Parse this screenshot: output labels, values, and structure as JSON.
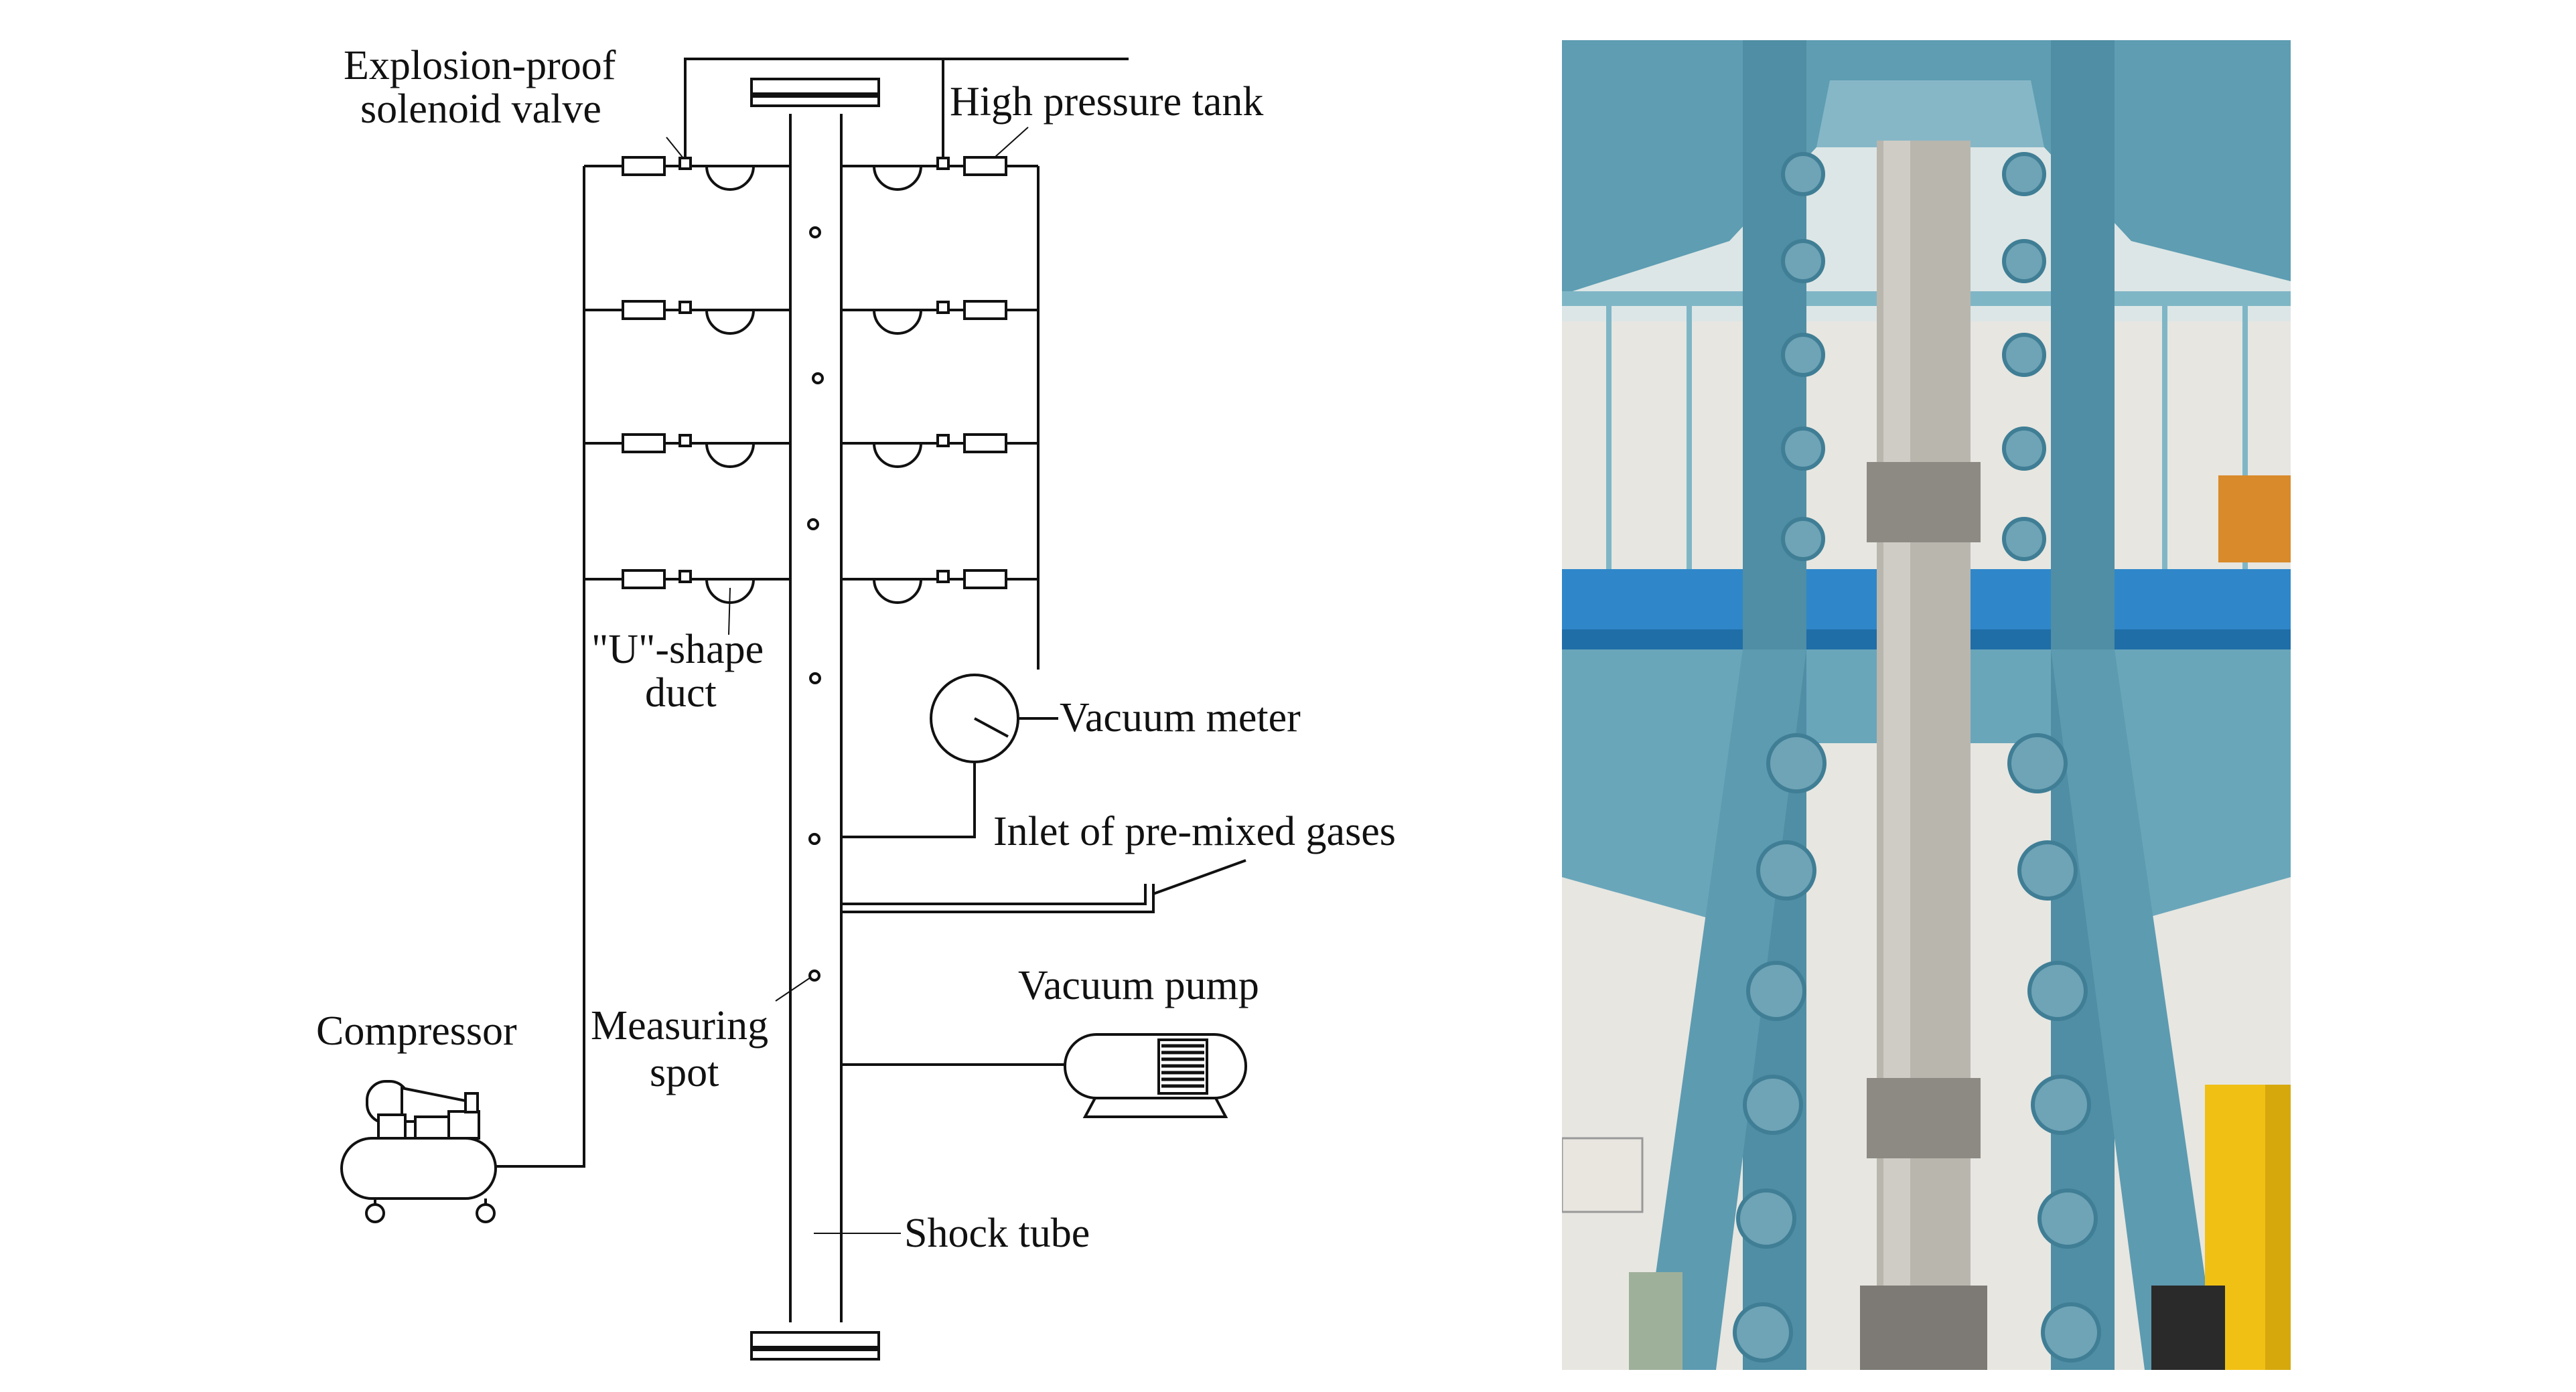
{
  "labels": {
    "explosion_proof_line1": "Explosion-proof",
    "explosion_proof_line2": "solenoid valve",
    "high_pressure_tank": "High pressure tank",
    "u_shape_line1": "\"U\"-shape",
    "u_shape_line2": "duct",
    "vacuum_meter": "Vacuum meter",
    "inlet": "Inlet of pre-mixed gases",
    "vacuum_pump": "Vacuum pump",
    "compressor": "Compressor",
    "measuring_line1": "Measuring",
    "measuring_line2": "spot",
    "shock_tube": "Shock tube"
  },
  "colors": {
    "line": "#111111",
    "steel_blue": "#6fa3b6",
    "steel_blue_dark": "#3f7e95",
    "platform_blue": "#2f87c9",
    "wall": "#e7e6e1",
    "insulation": "#b9b6ae",
    "ladder_yellow": "#f0c015",
    "handrail_orange": "#d98a2a"
  }
}
